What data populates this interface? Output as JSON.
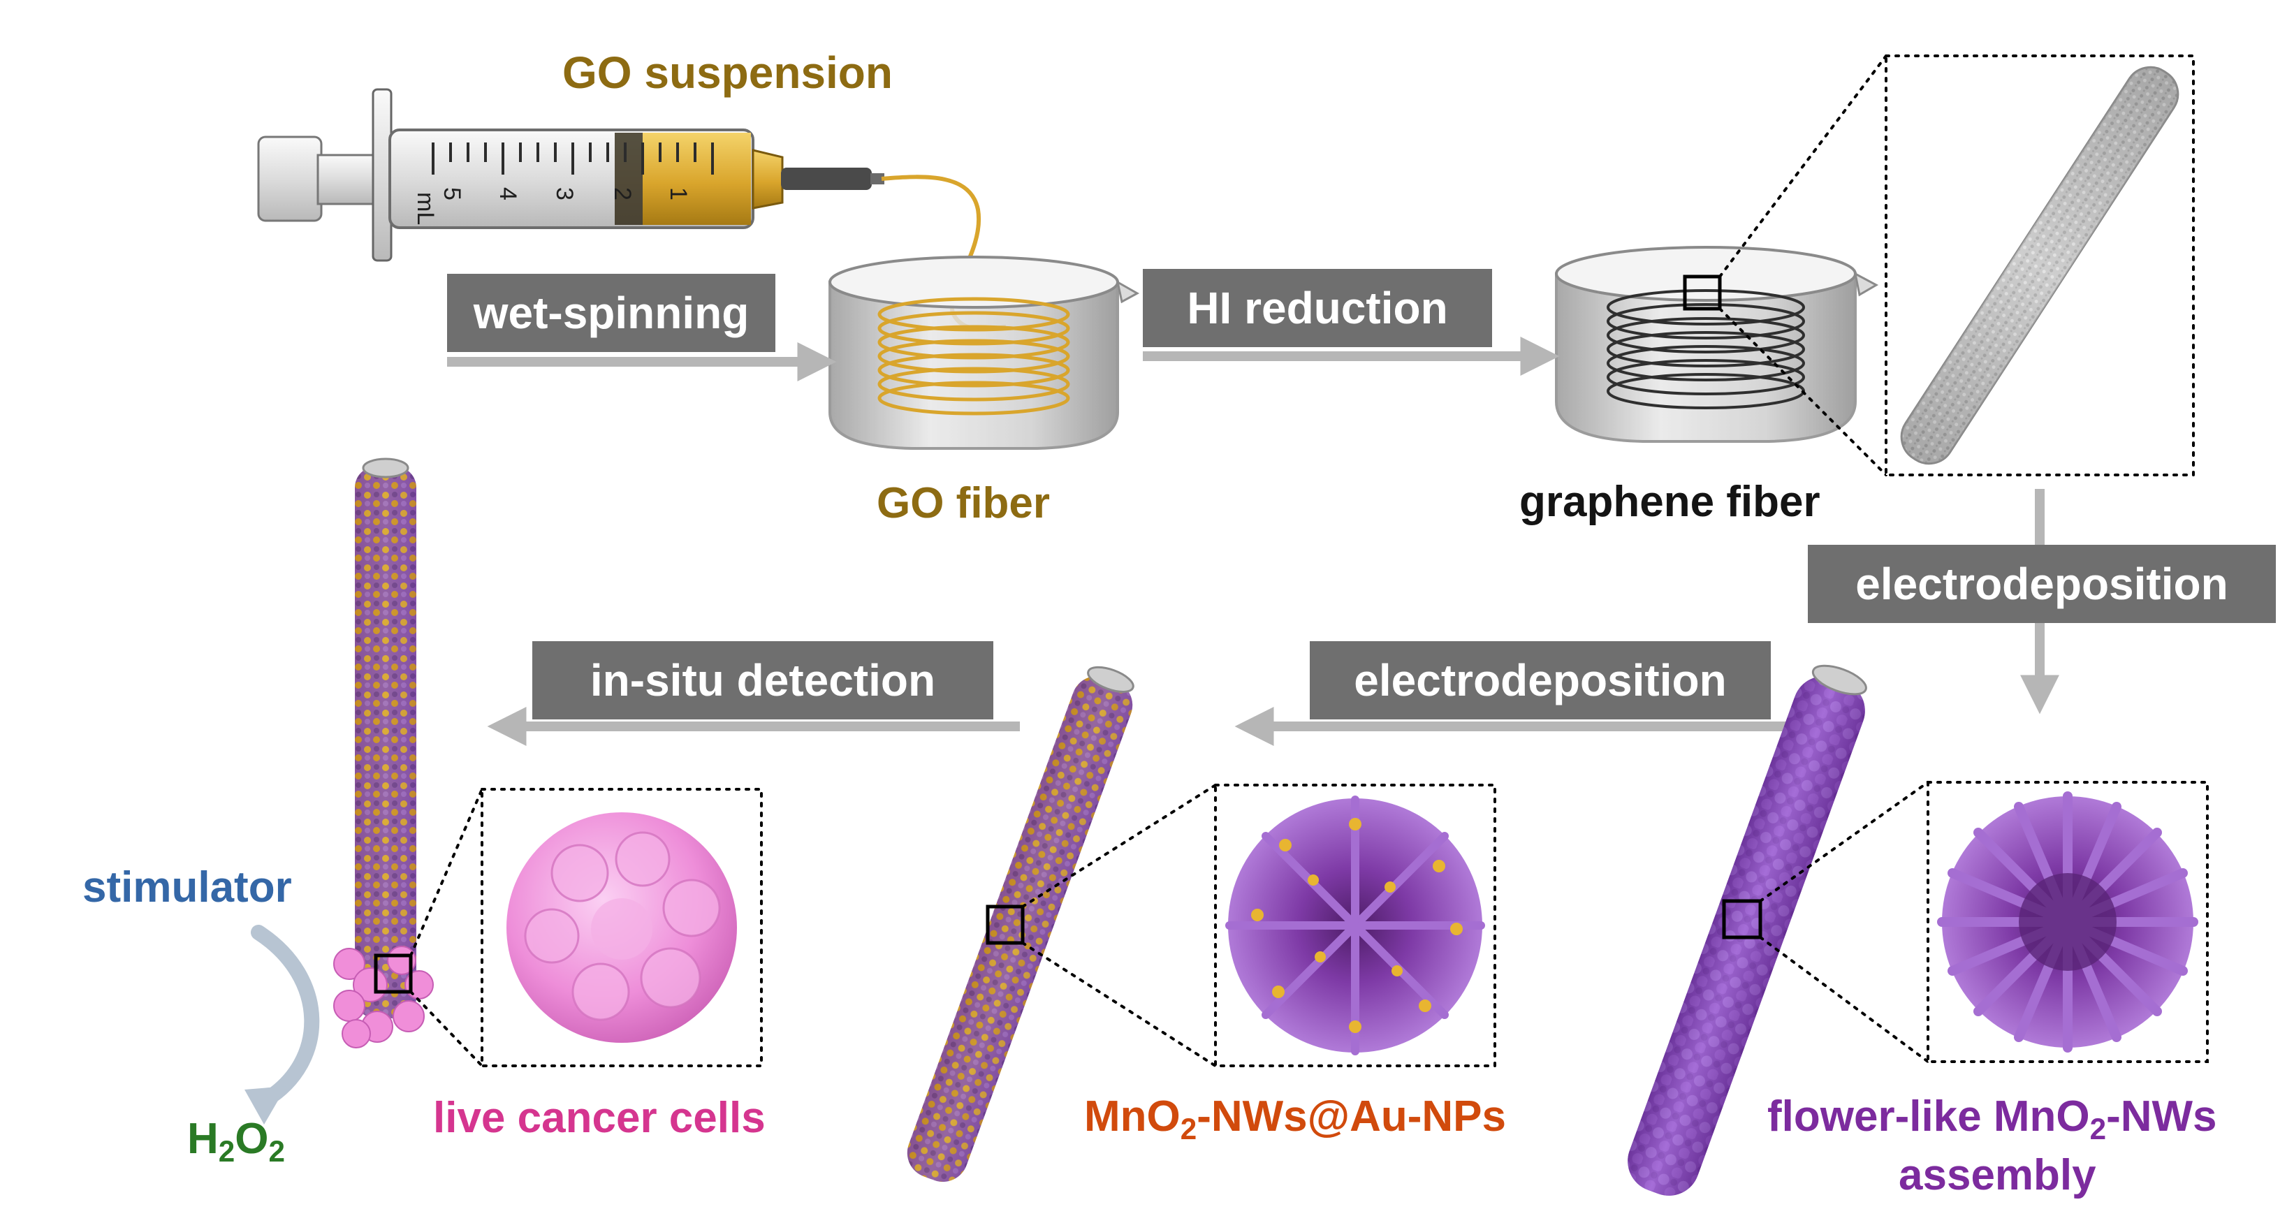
{
  "labels": {
    "go_suspension": "GO suspension",
    "go_fiber": "GO fiber",
    "graphene_fiber": "graphene fiber",
    "live_cancer_cells": "live cancer cells",
    "mno2_au": {
      "pre": "MnO",
      "sub": "2",
      "post": "-NWs@Au-NPs"
    },
    "flower": {
      "pre": "flower-like MnO",
      "sub": "2",
      "post": "-NWs",
      "line2": "assembly"
    },
    "stimulator": "stimulator",
    "h2o2": {
      "a": "H",
      "s1": "2",
      "b": "O",
      "s2": "2"
    }
  },
  "steps": {
    "wet_spinning": "wet-spinning",
    "hi_reduction": "HI reduction",
    "electrodeposition_1": "electrodeposition",
    "electrodeposition_2": "electrodeposition",
    "in_situ_detection": "in-situ detection"
  },
  "syringe_scale": [
    "5",
    "4",
    "3",
    "2",
    "1"
  ],
  "syringe_unit": "mL",
  "colors": {
    "gold": "#8d6b12",
    "pink": "#d5358f",
    "orange": "#d14a0c",
    "purple": "#7c2b9e",
    "blue": "#3467a7",
    "green": "#2a7a25",
    "arrow": "#b6b6b6",
    "step_box": "#6f6f6f"
  }
}
